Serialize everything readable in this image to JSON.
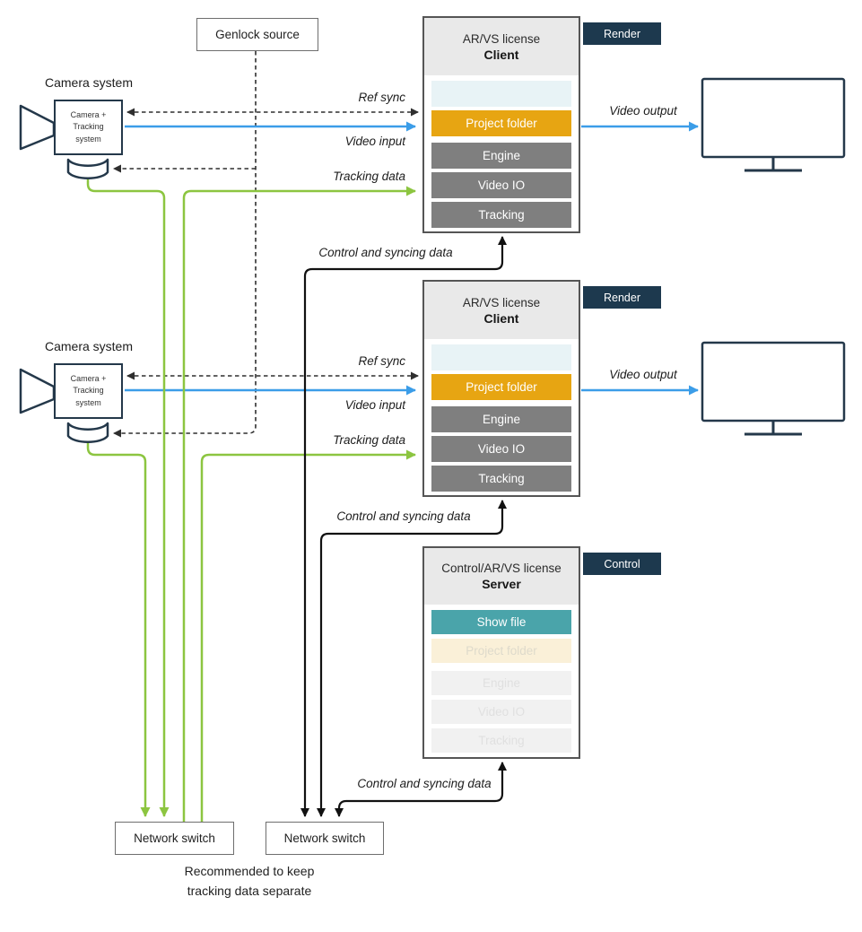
{
  "colors": {
    "navy": "#1d394e",
    "line_black": "#111111",
    "dashed_black": "#2f2f2f",
    "blue": "#3b9de8",
    "green": "#8cc540",
    "orange": "#e7a512",
    "teal": "#4aa4aa",
    "gray_row": "#7f7f7f",
    "light_blue_row": "#e8f3f6",
    "cream_row": "#faf0d8",
    "faded_row": "#f1f1f1",
    "header_gray": "#e9e9e9"
  },
  "genlock": {
    "label": "Genlock source"
  },
  "camera1": {
    "label": "Camera system",
    "body_line1": "Camera +",
    "body_line2": "Tracking",
    "body_line3": "system"
  },
  "camera2": {
    "label": "Camera system",
    "body_line1": "Camera +",
    "body_line2": "Tracking",
    "body_line3": "system"
  },
  "client1": {
    "license": "AR/VS license",
    "role": "Client",
    "tag": "Render",
    "rows": {
      "project_folder": "Project folder",
      "engine": "Engine",
      "video_io": "Video IO",
      "tracking": "Tracking"
    }
  },
  "client2": {
    "license": "AR/VS license",
    "role": "Client",
    "tag": "Render",
    "rows": {
      "project_folder": "Project folder",
      "engine": "Engine",
      "video_io": "Video IO",
      "tracking": "Tracking"
    }
  },
  "server": {
    "license": "Control/AR/VS license",
    "role": "Server",
    "tag": "Control",
    "rows": {
      "show_file": "Show file",
      "project_folder": "Project folder",
      "engine": "Engine",
      "video_io": "Video IO",
      "tracking": "Tracking"
    }
  },
  "labels": {
    "ref_sync": "Ref sync",
    "video_input": "Video input",
    "tracking_data": "Tracking data",
    "video_output": "Video output",
    "control_sync": "Control and syncing data"
  },
  "switch_tracking": {
    "label": "Network switch"
  },
  "switch_control": {
    "label": "Network switch"
  },
  "note": {
    "line1": "Recommended to keep",
    "line2": "tracking data separate"
  }
}
